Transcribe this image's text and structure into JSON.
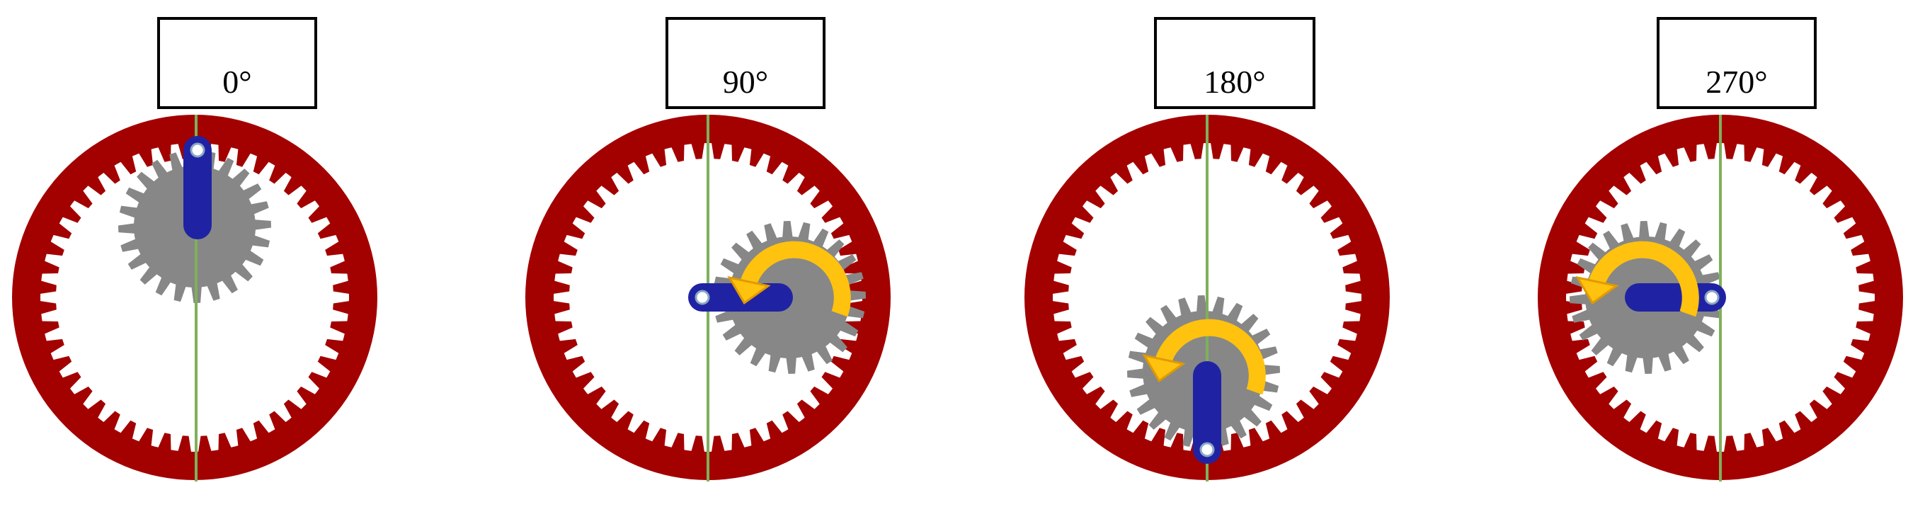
{
  "figure": {
    "panels": [
      {
        "label": "0°",
        "angle_deg": 0
      },
      {
        "label": "90°",
        "angle_deg": 90
      },
      {
        "label": "180°",
        "angle_deg": 180
      },
      {
        "label": "270°",
        "angle_deg": 270
      }
    ],
    "colors": {
      "ring_gear": "#a30000",
      "planet_gear": "#878787",
      "carrier_arm": "#1f23a3",
      "rotation_arrow": "#ffc20e",
      "rotation_arrow_edge": "#e09a00",
      "reference_line": "#7fb05a"
    },
    "icons": [
      "ring-gear",
      "planet-gear",
      "carrier-arm",
      "rotation-arrow",
      "reference-line"
    ]
  }
}
